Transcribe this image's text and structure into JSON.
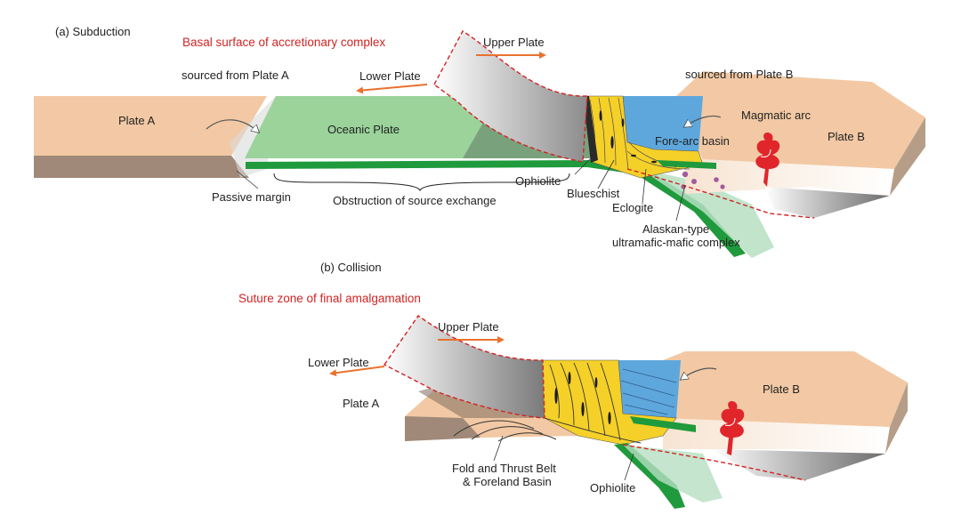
{
  "panel_a": {
    "title": "(a) Subduction",
    "basal_surface": "Basal surface of accretionary complex",
    "upper_plate": "Upper Plate",
    "lower_plate": "Lower Plate",
    "sourced_a": "sourced from Plate A",
    "sourced_b": "sourced from Plate B",
    "plate_a": "Plate A",
    "oceanic_plate": "Oceanic Plate",
    "magmatic_arc": "Magmatic arc",
    "fore_arc_basin": "Fore-arc basin",
    "plate_b": "Plate B",
    "passive_margin": "Passive margin",
    "obstruction": "Obstruction of source exchange",
    "ophiolite": "Ophiolite",
    "blueschist": "Blueschist",
    "eclogite": "Eclogite",
    "alaskan_line1": "Alaskan-type",
    "alaskan_line2": "ultramafic-mafic complex"
  },
  "panel_b": {
    "title": "(b) Collision",
    "suture": "Suture zone of final amalgamation",
    "upper_plate": "Upper Plate",
    "lower_plate": "Lower Plate",
    "plate_a": "Plate A",
    "plate_b": "Plate B",
    "fold_line1": "Fold and Thrust Belt",
    "fold_line2": "& Foreland Basin",
    "ophiolite": "Ophiolite"
  },
  "colors": {
    "continental": "#f2c9a4",
    "continental_side": "#a08978",
    "oceanic": "#9bd39b",
    "slab": "#1f9a3c",
    "accretionary": "#f5d028",
    "fore_arc": "#5ea7dd",
    "magma": "#e0262b",
    "arrow": "#e8722e",
    "boundary": "#d22323"
  }
}
